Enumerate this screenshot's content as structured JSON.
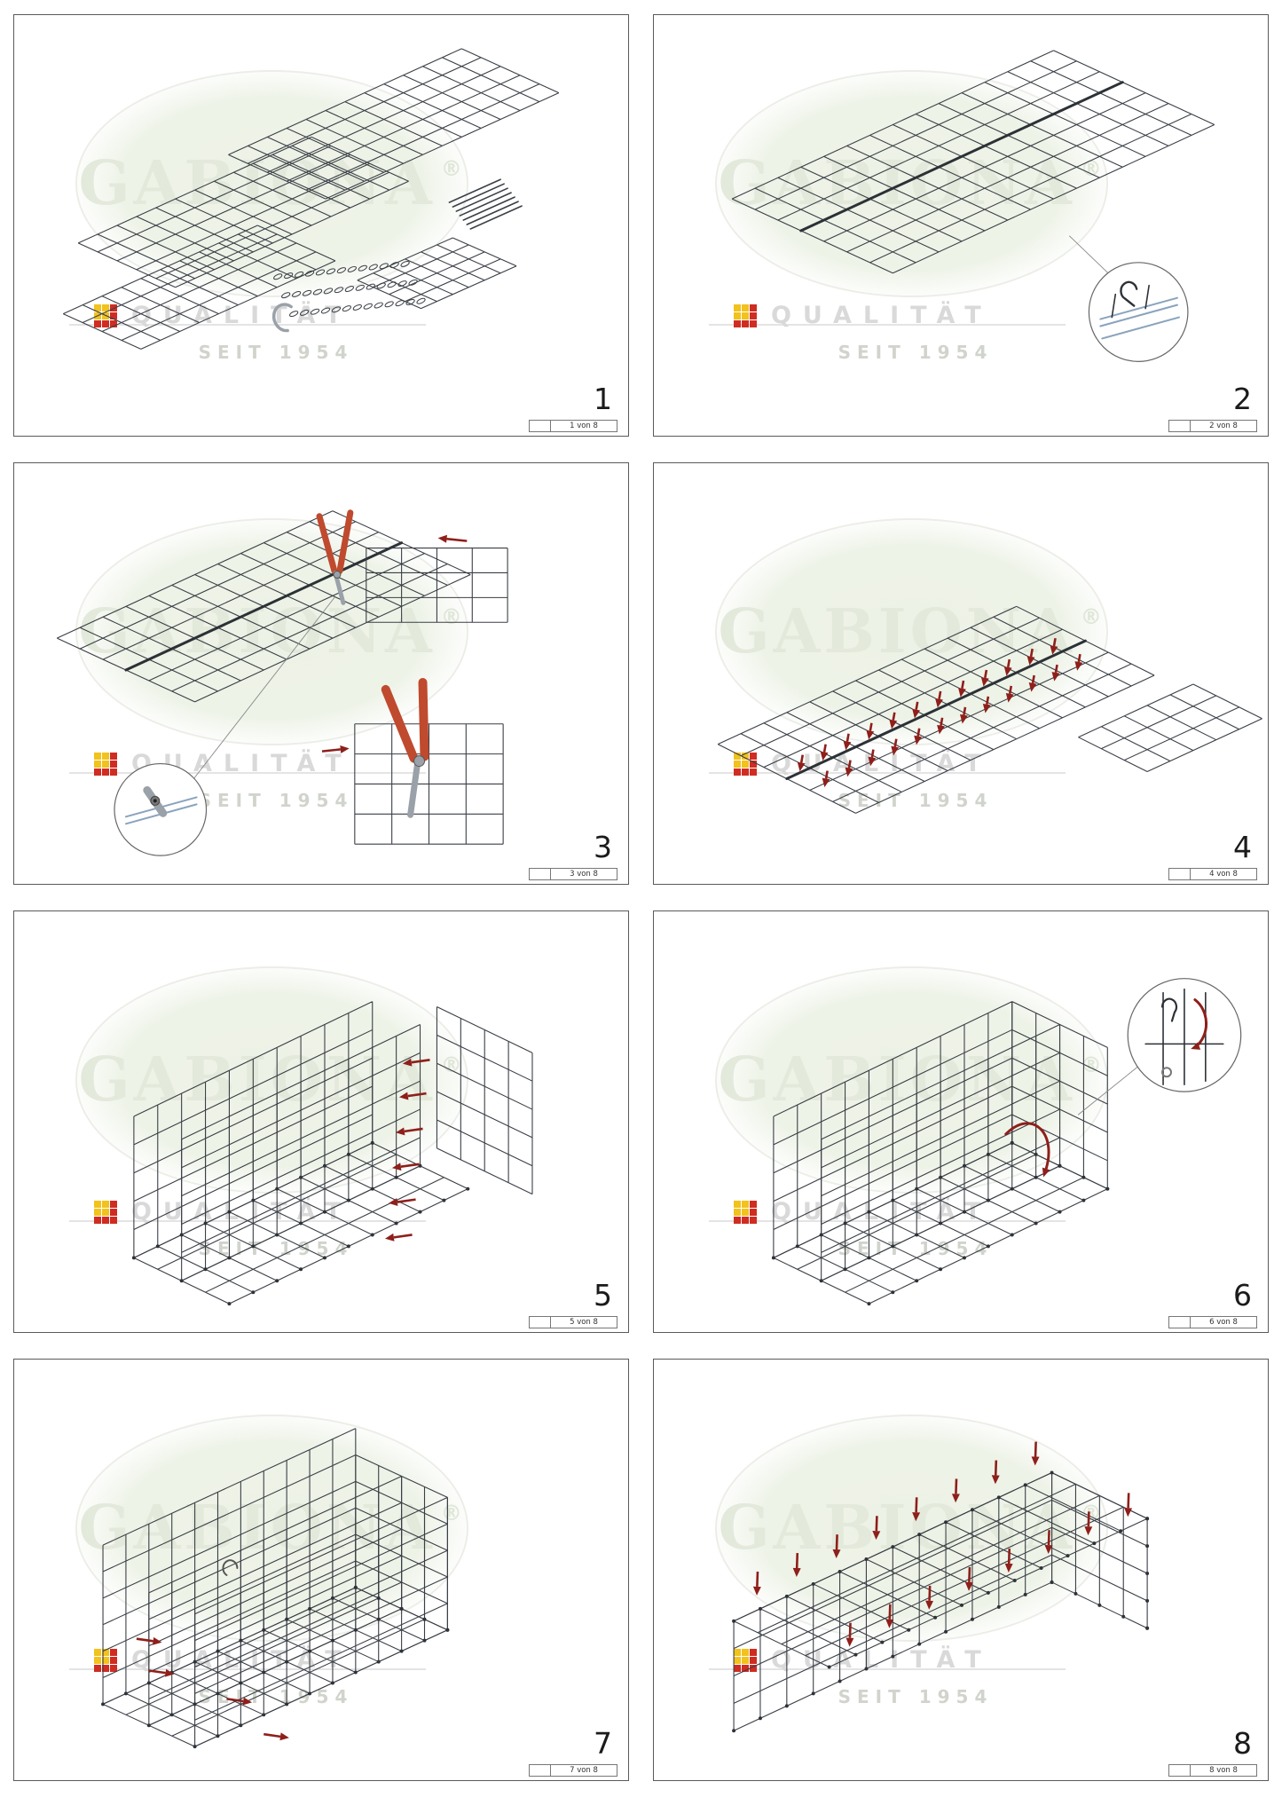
{
  "watermark": {
    "brand": "GABIONA",
    "registered": "®",
    "line1": "QUALITÄT",
    "line2": "SEIT 1954"
  },
  "panels": [
    {
      "step": "1",
      "page": "1 von 8"
    },
    {
      "step": "2",
      "page": "2 von 8"
    },
    {
      "step": "3",
      "page": "3 von 8"
    },
    {
      "step": "4",
      "page": "4 von 8"
    },
    {
      "step": "5",
      "page": "5 von 8"
    },
    {
      "step": "6",
      "page": "6 von 8"
    },
    {
      "step": "7",
      "page": "7 von 8"
    },
    {
      "step": "8",
      "page": "8 von 8"
    }
  ],
  "colors": {
    "mesh": "#3a3f46",
    "seam": "#2c3136",
    "arrow": "#8e1f1a",
    "plier_handle": "#bf4a2e",
    "metal": "#9aa1a8",
    "detail_wire": "#8aa3bd",
    "logo_yellow": "#f2c21d",
    "logo_red": "#d02c21"
  }
}
